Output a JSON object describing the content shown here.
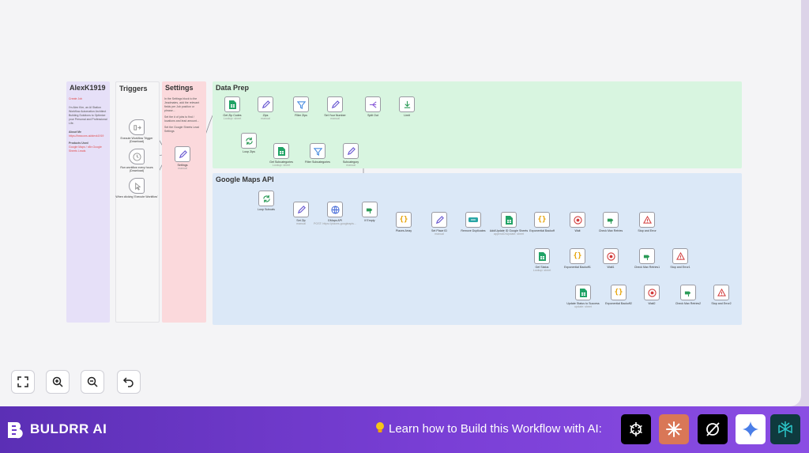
{
  "groups": {
    "creator": {
      "title": "AlexK1919",
      "link": "Create Job",
      "intro": "I'm Alex Kim, an AI Station Workflow Automation Architect Building Solutions to Optimize your Personal and Professional Life.",
      "about": "About Me",
      "about_link": "https://beacons.ai/alexk1919",
      "products": "Products Used",
      "products_link": "Google Maps / n8n Google Sheets Leads"
    },
    "triggers": {
      "title": "Triggers"
    },
    "settings": {
      "title": "Settings",
      "body1": "In the Settings block to the Jeadmates, add the relevant fields per Job position or phrase...",
      "body2": "Set the # of jobs to find / locations and lead amount...",
      "body3": "Set the Google Sheets Lead Settings"
    },
    "dataprep": {
      "title": "Data Prep"
    },
    "maps": {
      "title": "Google Maps API"
    }
  },
  "nodes": [
    {
      "id": "n_trig1",
      "label": "Execute Workflow Trigger (Download)",
      "sub": "",
      "icon": "execute-trigger-icon"
    },
    {
      "id": "n_trig2",
      "label": "Run workflow every hours (Download)",
      "sub": "",
      "icon": "schedule-icon"
    },
    {
      "id": "n_trig3",
      "label": "When clicking 'Execute Workflow'",
      "sub": "",
      "icon": "manual-trigger-icon"
    },
    {
      "id": "n_settings",
      "label": "Settings",
      "sub": "manual",
      "icon": "pencil-icon"
    },
    {
      "id": "n_getzip",
      "label": "Get Zip Codes",
      "sub": "Lookup: sheet",
      "icon": "google-sheets-icon"
    },
    {
      "id": "n_zips",
      "label": "Zips",
      "sub": "manual",
      "icon": "pencil-icon"
    },
    {
      "id": "n_filterzips",
      "label": "Filter Zips",
      "sub": "",
      "icon": "filter-icon"
    },
    {
      "id": "n_setzip",
      "label": "Set Your Number",
      "sub": "manual",
      "icon": "pencil-icon"
    },
    {
      "id": "n_split",
      "label": "Split Out",
      "sub": "",
      "icon": "split-icon"
    },
    {
      "id": "n_limit",
      "label": "Limit",
      "sub": "",
      "icon": "limit-icon"
    },
    {
      "id": "n_loopzips",
      "label": "Loop Zips",
      "sub": "",
      "icon": "loop-icon"
    },
    {
      "id": "n_getsub",
      "label": "Get Subcategories",
      "sub": "Lookup: sheet",
      "icon": "google-sheets-icon"
    },
    {
      "id": "n_filtersub",
      "label": "Filter Subcategories",
      "sub": "",
      "icon": "filter-icon"
    },
    {
      "id": "n_subcat",
      "label": "Subcategory",
      "sub": "manual",
      "icon": "pencil-icon"
    },
    {
      "id": "n_loopsub",
      "label": "Loop Subcats",
      "sub": "",
      "icon": "loop-icon"
    },
    {
      "id": "n_setzip2",
      "label": "Set Zip",
      "sub": "manual",
      "icon": "pencil-icon"
    },
    {
      "id": "n_gapi",
      "label": "GMaps API",
      "sub": "POST: https://places.googleapis...",
      "icon": "globe-icon"
    },
    {
      "id": "n_ifempty",
      "label": "If Empty",
      "sub": "",
      "icon": "if-icon"
    },
    {
      "id": "n_places",
      "label": "Places Array",
      "sub": "",
      "icon": "code-icon"
    },
    {
      "id": "n_setplace",
      "label": "Set Place ID",
      "sub": "manual",
      "icon": "pencil-icon"
    },
    {
      "id": "n_remdup",
      "label": "Remove Duplicates",
      "sub": "",
      "icon": "remove-duplicates-icon"
    },
    {
      "id": "n_addsheet",
      "label": "Add/Update ID Google Sheets",
      "sub": "appendOrUpdate: sheet",
      "icon": "google-sheets-icon"
    },
    {
      "id": "n_exp1",
      "label": "Exponential Backoff",
      "sub": "",
      "icon": "code-icon"
    },
    {
      "id": "n_wait1",
      "label": "Wait",
      "sub": "",
      "icon": "wait-icon"
    },
    {
      "id": "n_check1",
      "label": "Check Max Retries",
      "sub": "",
      "icon": "if-icon"
    },
    {
      "id": "n_stop1",
      "label": "Stop and Error",
      "sub": "",
      "icon": "stop-error-icon"
    },
    {
      "id": "n_getstatus",
      "label": "Get Status",
      "sub": "Lookup: sheet",
      "icon": "google-sheets-icon"
    },
    {
      "id": "n_exp2",
      "label": "Exponential Backoff1",
      "sub": "",
      "icon": "code-icon"
    },
    {
      "id": "n_wait2",
      "label": "Wait1",
      "sub": "",
      "icon": "wait-icon"
    },
    {
      "id": "n_check2",
      "label": "Check Max Retries1",
      "sub": "",
      "icon": "if-icon"
    },
    {
      "id": "n_stop2",
      "label": "Stop and Error1",
      "sub": "",
      "icon": "stop-error-icon"
    },
    {
      "id": "n_update",
      "label": "Update Status to Success",
      "sub": "update: sheet",
      "icon": "google-sheets-icon"
    },
    {
      "id": "n_exp3",
      "label": "Exponential Backoff2",
      "sub": "",
      "icon": "code-icon"
    },
    {
      "id": "n_wait3",
      "label": "Wait2",
      "sub": "",
      "icon": "wait-icon"
    },
    {
      "id": "n_check3",
      "label": "Check Max Retries2",
      "sub": "",
      "icon": "if-icon"
    },
    {
      "id": "n_stop3",
      "label": "Stop and Error2",
      "sub": "",
      "icon": "stop-error-icon"
    }
  ],
  "controls": [
    {
      "name": "fit-view-button",
      "icon": "fit-view-icon"
    },
    {
      "name": "zoom-in-button",
      "icon": "zoom-in-icon"
    },
    {
      "name": "zoom-out-button",
      "icon": "zoom-out-icon"
    },
    {
      "name": "undo-button",
      "icon": "undo-icon"
    }
  ],
  "banner": {
    "brand": "BULDRR AI",
    "learn_text": "Learn how to Build this Workflow with AI:",
    "learn_icon": "lightbulb-icon",
    "ai_tools": [
      {
        "name": "chatgpt",
        "icon": "openai-icon",
        "bg": "#000000"
      },
      {
        "name": "claude",
        "icon": "claude-icon",
        "bg": "#d97757"
      },
      {
        "name": "grok",
        "icon": "grok-icon",
        "bg": "#000000"
      },
      {
        "name": "gemini",
        "icon": "gemini-icon",
        "bg": "#ffffff"
      },
      {
        "name": "perplexity",
        "icon": "perplexity-icon",
        "bg": "#0f3a3e"
      }
    ]
  },
  "colors": {
    "purple_group": "#e6e0f8",
    "red_group": "#fbd9dc",
    "green_group": "#d8f5e0",
    "blue_group": "#dbe8f7",
    "accent": "#6e3cd0"
  }
}
